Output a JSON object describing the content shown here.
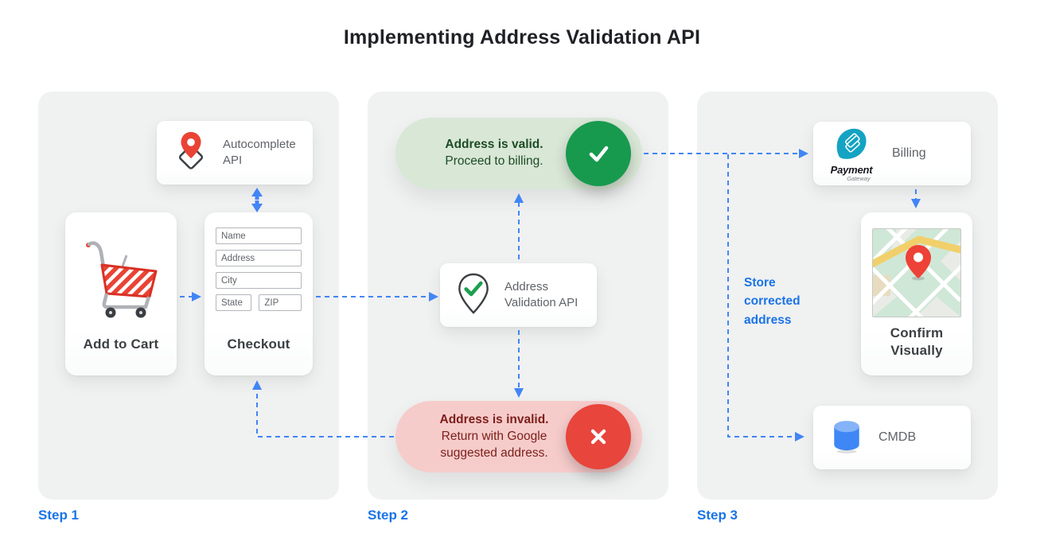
{
  "title": "Implementing Address Validation API",
  "colors": {
    "arrow_blue": "#4285f4",
    "step_label_blue": "#1a73e8",
    "panel_bg": "#f0f1f1",
    "valid_pill_bg": "#d9e7d6",
    "valid_circle_green": "#179a4e",
    "valid_text_green": "#1d4c26",
    "invalid_pill_bg": "#f6cccb",
    "invalid_circle_red": "#e8453c",
    "invalid_text_red": "#7c201b",
    "pin_red": "#e94335",
    "payment_logo_teal": "#14a3c2",
    "cmdb_blue": "#3f87f5"
  },
  "step1": {
    "label": "Step 1",
    "autocomplete_card": {
      "line1": "Autocomplete",
      "line2": "API"
    },
    "add_to_cart_card": {
      "label": "Add to Cart"
    },
    "checkout_card": {
      "label": "Checkout",
      "field_name": "Name",
      "field_address": "Address",
      "field_city": "City",
      "field_state": "State",
      "field_zip": "ZIP"
    }
  },
  "step2": {
    "label": "Step 2",
    "valid_pill": {
      "headline": "Address is valid.",
      "line2": "Proceed to billing."
    },
    "validation_card": {
      "line1": "Address",
      "line2": "Validation API"
    },
    "invalid_pill": {
      "headline": "Address is invalid.",
      "line2": "Return with Google",
      "line3": "suggested address."
    }
  },
  "step3": {
    "label": "Step 3",
    "billing_card": {
      "label": "Billing",
      "logo_title": "Payment",
      "logo_subtitle": "Gateway"
    },
    "store_note": {
      "line1": "Store",
      "line2": "corrected",
      "line3": "address"
    },
    "confirm_card": {
      "line1": "Confirm",
      "line2": "Visually"
    },
    "cmdb_card": {
      "label": "CMDB"
    }
  }
}
